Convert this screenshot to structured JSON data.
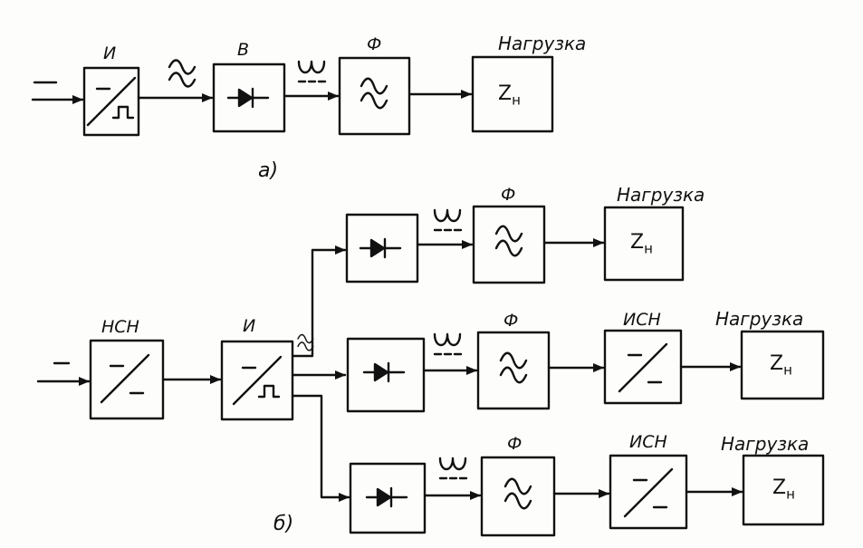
{
  "diagram_a": {
    "caption": "а)",
    "inverter_label": "И",
    "rectifier_label": "В",
    "filter_label": "Ф",
    "load_label": "Нагрузка",
    "load_symbol": "Z",
    "load_subscript": "н"
  },
  "diagram_b": {
    "caption": "б)",
    "stabilizer_label": "НСН",
    "inverter_label": "И",
    "branches": [
      {
        "filter_label": "Ф",
        "load_label": "Нагрузка",
        "load_symbol": "Z",
        "load_subscript": "н"
      },
      {
        "filter_label": "Ф",
        "converter_label": "ИСН",
        "load_label": "Нагрузка",
        "load_symbol": "Z",
        "load_subscript": "н"
      },
      {
        "filter_label": "Ф",
        "converter_label": "ИСН",
        "load_label": "Нагрузка",
        "load_symbol": "Z",
        "load_subscript": "н"
      }
    ]
  }
}
